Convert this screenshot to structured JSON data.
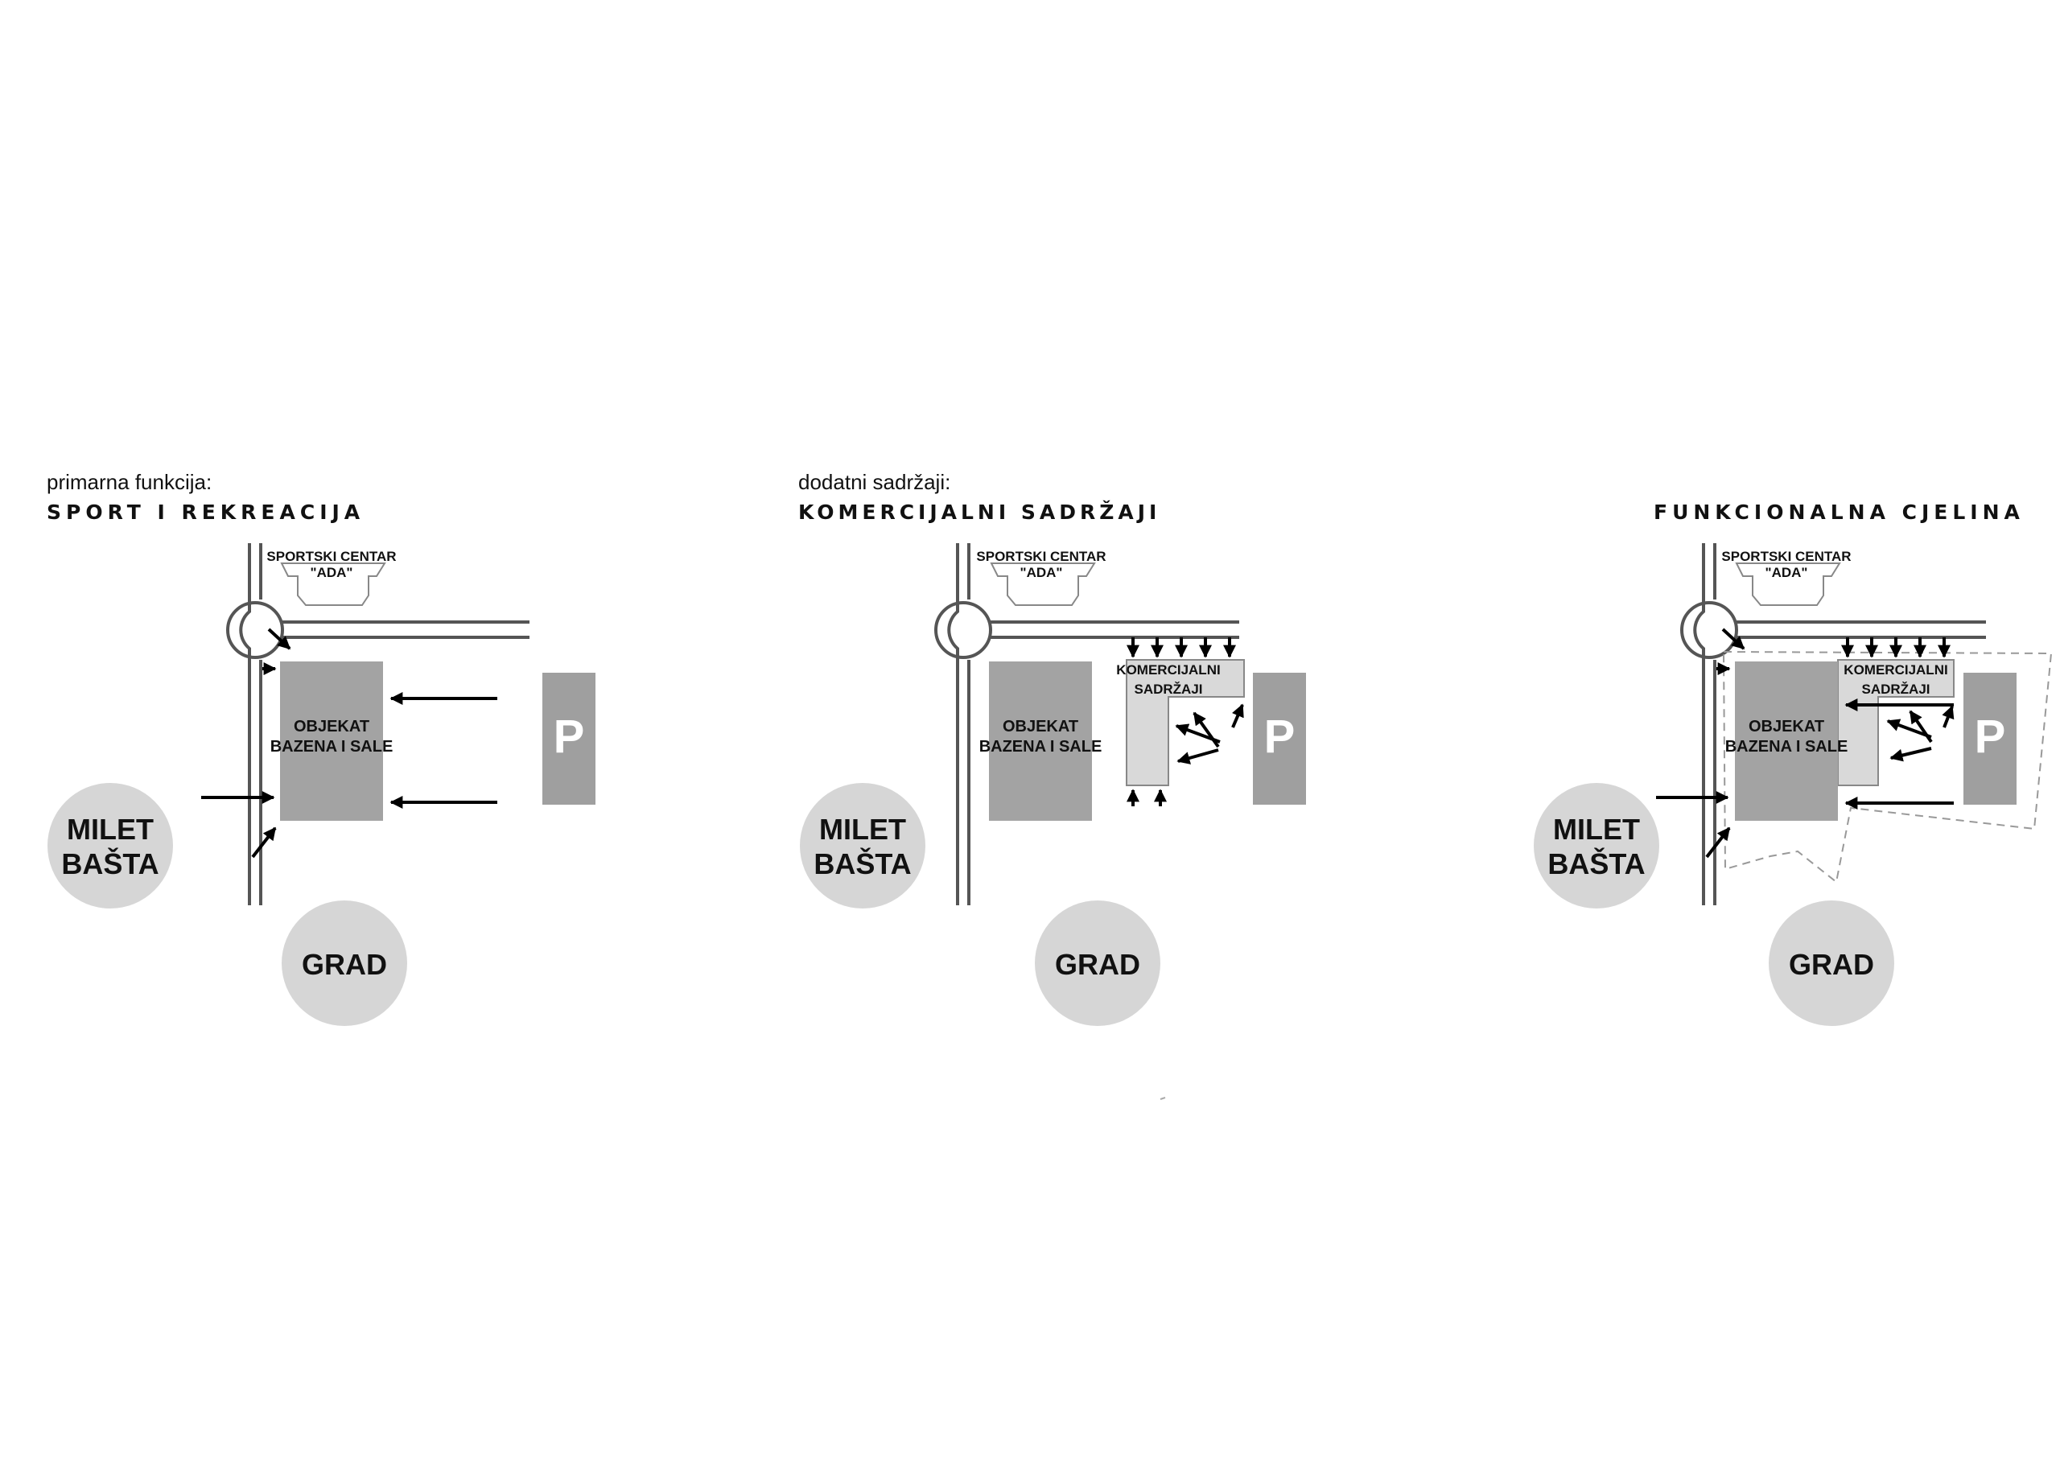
{
  "panels": [
    {
      "id": "sport",
      "subtitle": "primarna funkcija:",
      "heading": "SPORT  I  REKREACIJA",
      "sports_center": [
        "SPORTSKI CENTAR",
        "\"ADA\""
      ],
      "main_building": [
        "OBJEKAT",
        "BAZENA I SALE"
      ],
      "parking": "P",
      "milet": [
        "MILET",
        "BAŠTA"
      ],
      "grad": "GRAD"
    },
    {
      "id": "commercial",
      "subtitle": "dodatni sadržaji:",
      "heading": "KOMERCIJALNI SADRŽAJI",
      "sports_center": [
        "SPORTSKI CENTAR",
        "\"ADA\""
      ],
      "main_building": [
        "OBJEKAT",
        "BAZENA I SALE"
      ],
      "commercial": [
        "KOMERCIJALNI",
        "SADRŽAJI"
      ],
      "parking": "P",
      "milet": [
        "MILET",
        "BAŠTA"
      ],
      "grad": "GRAD"
    },
    {
      "id": "whole",
      "subtitle": "",
      "heading": "FUNKCIONALNA CJELINA",
      "sports_center": [
        "SPORTSKI CENTAR",
        "\"ADA\""
      ],
      "main_building": [
        "OBJEKAT",
        "BAZENA I SALE"
      ],
      "commercial": [
        "KOMERCIJALNI",
        "SADRŽAJI"
      ],
      "parking": "P",
      "milet": [
        "MILET",
        "BAŠTA"
      ],
      "grad": "GRAD"
    }
  ],
  "colors": {
    "building": "#a3a3a3",
    "parking": "#9f9f9f",
    "commercial": "#d9d9d9",
    "circle": "#d6d6d6",
    "road": "#555555",
    "arrow": "#000000"
  }
}
